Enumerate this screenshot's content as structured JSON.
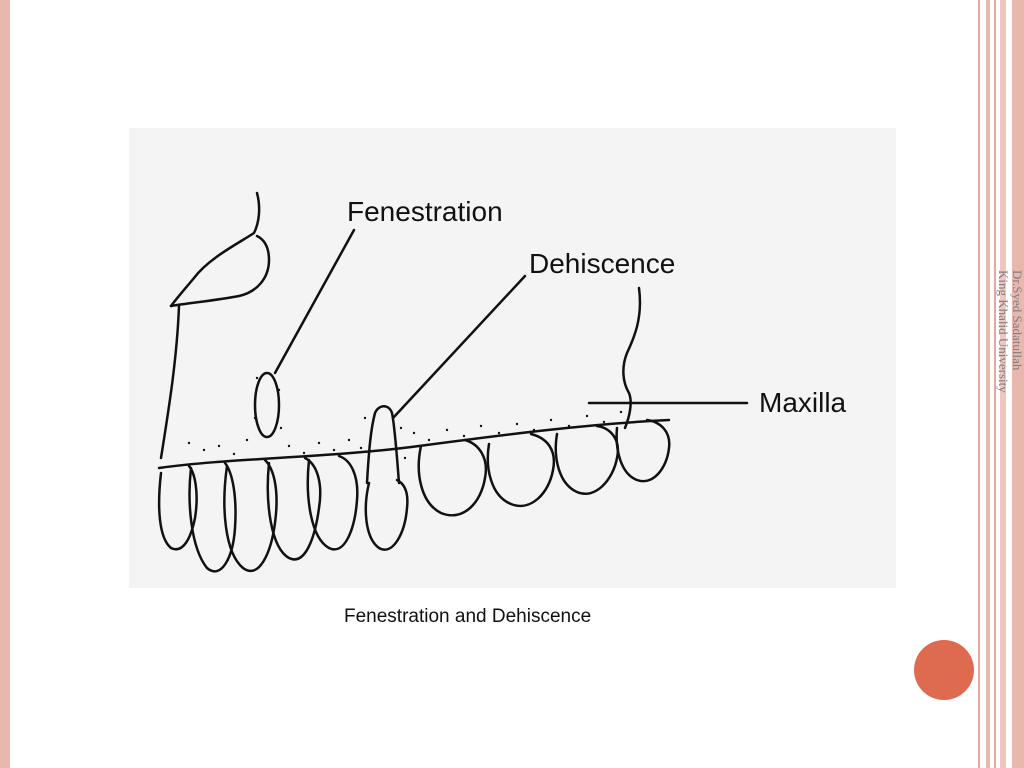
{
  "slide": {
    "credit_line1": "Dr.Syed Sadatullah",
    "credit_line2": "King Khalid University",
    "caption": "Fenestration and Dehiscence",
    "accent_color": "#de6a50",
    "border_color": "#e9b7ae"
  },
  "figure": {
    "labels": {
      "fenestration": "Fenestration",
      "dehiscence": "Dehiscence",
      "maxilla": "Maxilla"
    }
  }
}
